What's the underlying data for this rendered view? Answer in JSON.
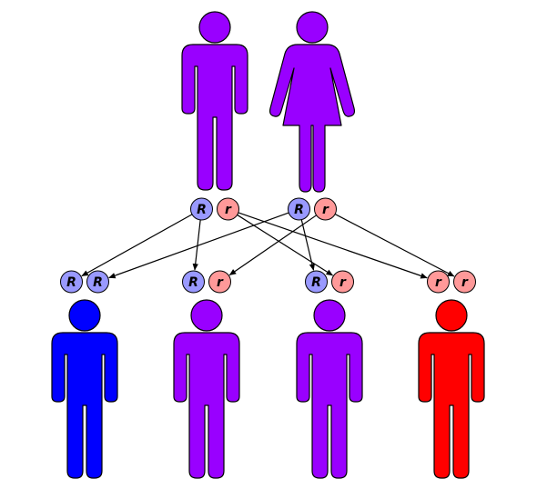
{
  "colors": {
    "parent": "#9900ff",
    "child_dominant": "#0000ff",
    "child_hetero": "#9900ff",
    "child_recessive": "#ff0000",
    "allele_dominant": "#9999ff",
    "allele_recessive": "#ff9999",
    "outline": "#000000"
  },
  "parents": [
    {
      "sex": "male",
      "color_key": "parent",
      "alleles": [
        "R",
        "r"
      ]
    },
    {
      "sex": "female",
      "color_key": "parent",
      "alleles": [
        "R",
        "r"
      ]
    }
  ],
  "children": [
    {
      "sex": "male",
      "color_key": "child_dominant",
      "alleles": [
        "R",
        "R"
      ]
    },
    {
      "sex": "male",
      "color_key": "child_hetero",
      "alleles": [
        "R",
        "r"
      ]
    },
    {
      "sex": "male",
      "color_key": "child_hetero",
      "alleles": [
        "R",
        "r"
      ]
    },
    {
      "sex": "male",
      "color_key": "child_recessive",
      "alleles": [
        "r",
        "r"
      ]
    }
  ],
  "inheritance": [
    {
      "from": [
        0,
        0
      ],
      "to": [
        0,
        0
      ]
    },
    {
      "from": [
        0,
        0
      ],
      "to": [
        1,
        0
      ]
    },
    {
      "from": [
        0,
        1
      ],
      "to": [
        2,
        1
      ]
    },
    {
      "from": [
        0,
        1
      ],
      "to": [
        3,
        0
      ]
    },
    {
      "from": [
        1,
        0
      ],
      "to": [
        2,
        0
      ]
    },
    {
      "from": [
        1,
        0
      ],
      "to": [
        0,
        1
      ]
    },
    {
      "from": [
        1,
        1
      ],
      "to": [
        1,
        1
      ]
    },
    {
      "from": [
        1,
        1
      ],
      "to": [
        3,
        1
      ]
    }
  ]
}
